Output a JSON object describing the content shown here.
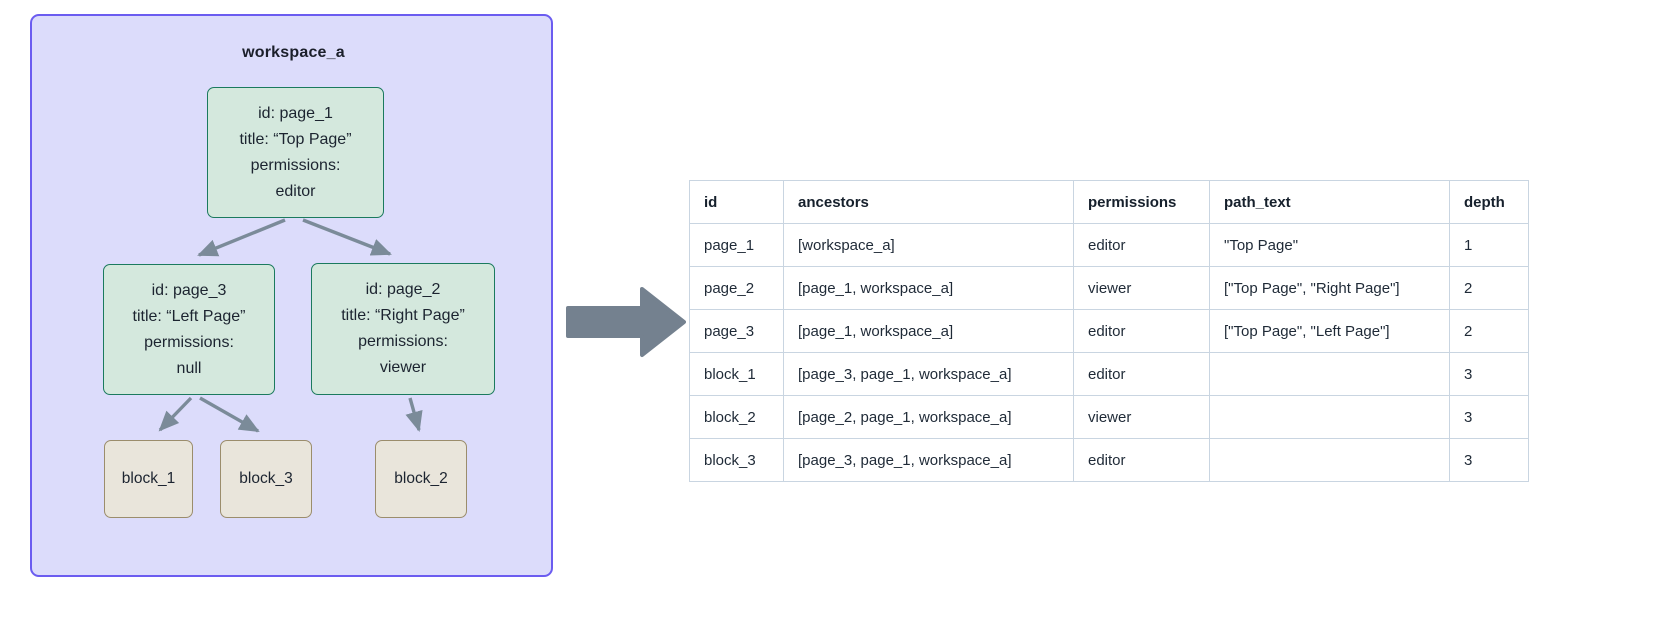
{
  "diagram": {
    "container_label": "workspace_a",
    "container_fill": "#dcdcfb",
    "container_border": "#6b5cf0",
    "page_node_fill": "#d4e8dd",
    "page_node_border": "#1b7a5e",
    "block_node_fill": "#e9e5db",
    "block_node_border": "#9b8d6c",
    "edge_color": "#7b8b99",
    "transition_arrow_color": "#74818f",
    "nodes": {
      "page_1": {
        "id_line": "id: page_1",
        "title_line": "title: “Top Page”",
        "permissions_label": "permissions:",
        "permissions_value": "editor"
      },
      "page_3": {
        "id_line": "id: page_3",
        "title_line": "title: “Left Page”",
        "permissions_label": "permissions:",
        "permissions_value": "null"
      },
      "page_2": {
        "id_line": "id: page_2",
        "title_line": "title: “Right Page”",
        "permissions_label": "permissions:",
        "permissions_value": "viewer"
      },
      "block_1": {
        "label": "block_1"
      },
      "block_3": {
        "label": "block_3"
      },
      "block_2": {
        "label": "block_2"
      }
    },
    "edges": [
      {
        "from": "page_1",
        "to": "page_3"
      },
      {
        "from": "page_1",
        "to": "page_2"
      },
      {
        "from": "page_3",
        "to": "block_1"
      },
      {
        "from": "page_3",
        "to": "block_3"
      },
      {
        "from": "page_2",
        "to": "block_2"
      }
    ]
  },
  "table": {
    "headers": [
      "id",
      "ancestors",
      "permissions",
      "path_text",
      "depth"
    ],
    "rows": [
      {
        "id": "page_1",
        "ancestors": "[workspace_a]",
        "permissions": "editor",
        "path_text": "\"Top Page\"",
        "depth": "1"
      },
      {
        "id": "page_2",
        "ancestors": "[page_1, workspace_a]",
        "permissions": "viewer",
        "path_text": "[\"Top Page\", \"Right Page\"]",
        "depth": "2"
      },
      {
        "id": "page_3",
        "ancestors": "[page_1, workspace_a]",
        "permissions": "editor",
        "path_text": "[\"Top Page\", \"Left Page\"]",
        "depth": "2"
      },
      {
        "id": "block_1",
        "ancestors": "[page_3, page_1, workspace_a]",
        "permissions": "editor",
        "path_text": "",
        "depth": "3"
      },
      {
        "id": "block_2",
        "ancestors": "[page_2, page_1, workspace_a]",
        "permissions": "viewer",
        "path_text": "",
        "depth": "3"
      },
      {
        "id": "block_3",
        "ancestors": "[page_3, page_1, workspace_a]",
        "permissions": "editor",
        "path_text": "",
        "depth": "3"
      }
    ]
  }
}
